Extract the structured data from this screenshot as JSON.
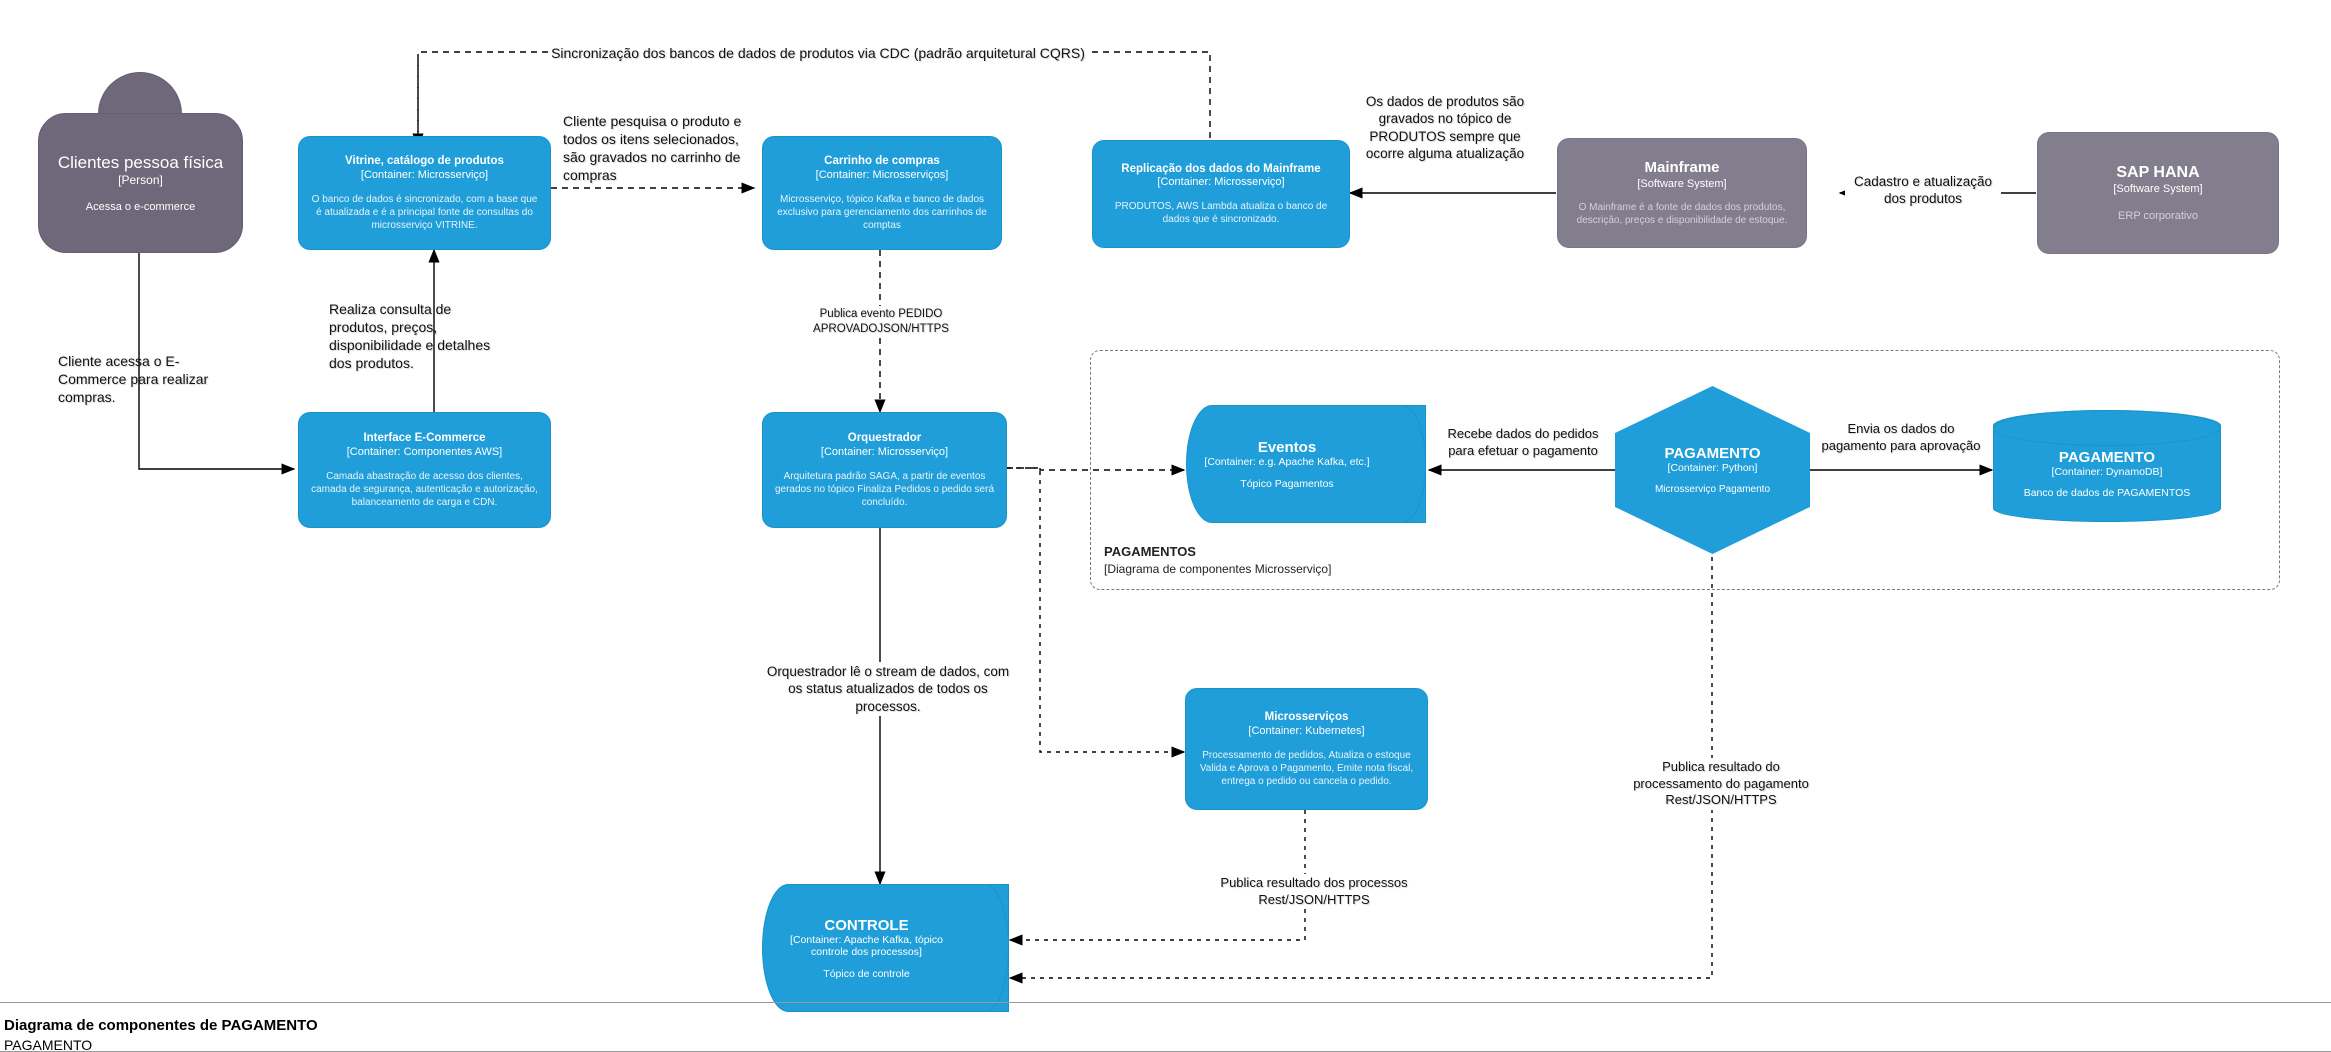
{
  "diagram": {
    "footer_title": "Diagrama de componentes de PAGAMENTO",
    "footer_subtitle": "PAGAMENTO",
    "colors": {
      "blue": "#1f9ed9",
      "purple": "#837e8e",
      "person": "#6e687a",
      "dashed": "#7a7a7a"
    }
  },
  "group": {
    "title": "PAGAMENTOS",
    "subtitle": "[Diagrama de componentes Microsserviço]"
  },
  "nodes": {
    "cliente": {
      "title": "Clientes pessoa física",
      "tech": "[Person]",
      "desc": "Acessa o e-commerce"
    },
    "vitrine": {
      "title": "Vitrine, catálogo de produtos",
      "tech": "[Container: Microsserviço]",
      "desc": "O banco de dados é sincronizado, com a base que é atualizada e é a principal fonte de consultas do microsserviço VITRINE."
    },
    "carrinho": {
      "title": "Carrinho de compras",
      "tech": "[Container: Microsserviços]",
      "desc": "Microsserviço, tópico Kafka e banco de dados exclusivo para gerenciamento dos carrinhos de comptas"
    },
    "replicacao": {
      "title": "Replicação dos dados do Mainframe",
      "tech": "[Container: Microsserviço]",
      "desc": "PRODUTOS, AWS Lambda atualiza o banco de dados que é sincronizado."
    },
    "mainframe": {
      "title": "Mainframe",
      "tech": "[Software System]",
      "desc": "O Mainframe é a fonte de dados dos produtos, descrição, preços e disponibilidade de estoque."
    },
    "sap": {
      "title": "SAP HANA",
      "tech": "[Software System]",
      "desc": "ERP corporativo"
    },
    "interface": {
      "title": "Interface E-Commerce",
      "tech": "[Container: Componentes AWS]",
      "desc": "Camada abastração de acesso dos clientes, camada de segurança, autenticação e autorização, balanceamento de carga e CDN."
    },
    "orquestrador": {
      "title": "Orquestrador",
      "tech": "[Container: Microsserviço]",
      "desc": "Arquitetura padrão SAGA, a partir de eventos gerados no tópico Finaliza Pedidos o pedido será concluído."
    },
    "eventos": {
      "title": "Eventos",
      "tech": "[Container: e.g. Apache Kafka, etc.]",
      "desc": "Tópico Pagamentos"
    },
    "pagamento_svc": {
      "title": "PAGAMENTO",
      "tech": "[Container: Python]",
      "desc": "Microsserviço Pagamento"
    },
    "pagamento_db": {
      "title": "PAGAMENTO",
      "tech": "[Container: DynamoDB]",
      "desc": "Banco de dados de PAGAMENTOS"
    },
    "microservicos": {
      "title": "Microsserviços",
      "tech": "[Container: Kubernetes]",
      "desc": "Processamento de pedidos, Atualiza o estoque Valida e Aprova o Pagamento, Emite nota fiscal, entrega o pedido ou cancela o pedido."
    },
    "controle": {
      "title": "CONTROLE",
      "tech": "[Container: Apache Kafka, tópico controle dos processos]",
      "desc": "Tópico de controle"
    }
  },
  "edges": {
    "cdc": "Sincronização dos bancos de dados de produtos via CDC (padrão arquitetural CQRS)",
    "pesquisa": "Cliente pesquisa o produto e todos os itens selecionados, são gravados no carrinho de compras",
    "produtos_topico": "Os dados de produtos são gravados no tópico de PRODUTOS sempre que ocorre alguma atualização",
    "cadastro": "Cadastro e atualização dos produtos",
    "consulta": "Realiza consulta de produtos, preços, disponibilidade e detalhes dos produtos.",
    "acesso": "Cliente acessa o E-Commerce para realizar compras.",
    "pedido_aprovado": "Publica evento PEDIDO APROVADOJSON/HTTPS",
    "stream": "Orquestrador lê o stream de dados, com os status atualizados de todos os processos.",
    "recebe": "Recebe dados do pedidos para efetuar o pagamento",
    "envia": "Envia os dados do pagamento para aprovação",
    "publica_pagamento": "Publica resultado do processamento do pagamento Rest/JSON/HTTPS",
    "publica_processos": "Publica resultado dos processos Rest/JSON/HTTPS"
  }
}
